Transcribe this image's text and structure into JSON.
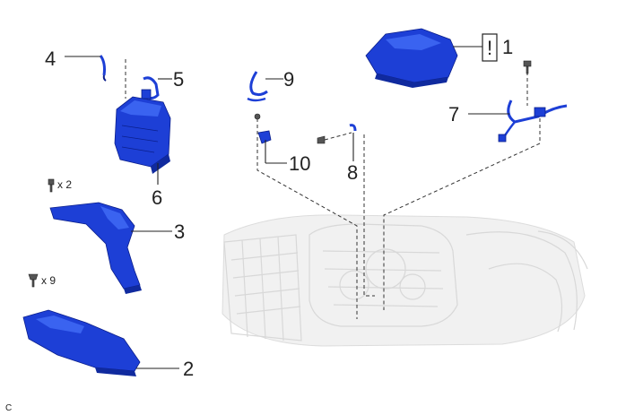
{
  "callouts": {
    "c1": "1",
    "c2": "2",
    "c3": "3",
    "c4": "4",
    "c5": "5",
    "c6": "6",
    "c7": "7",
    "c8": "8",
    "c9": "9",
    "c10": "10"
  },
  "quantities": {
    "bolt_part3": "x 2",
    "bolt_part2": "x 9"
  },
  "caution_mark": "!",
  "corner_label": "C",
  "colors": {
    "part": "#1d3fd6",
    "ghost": "#d8d8d8"
  }
}
